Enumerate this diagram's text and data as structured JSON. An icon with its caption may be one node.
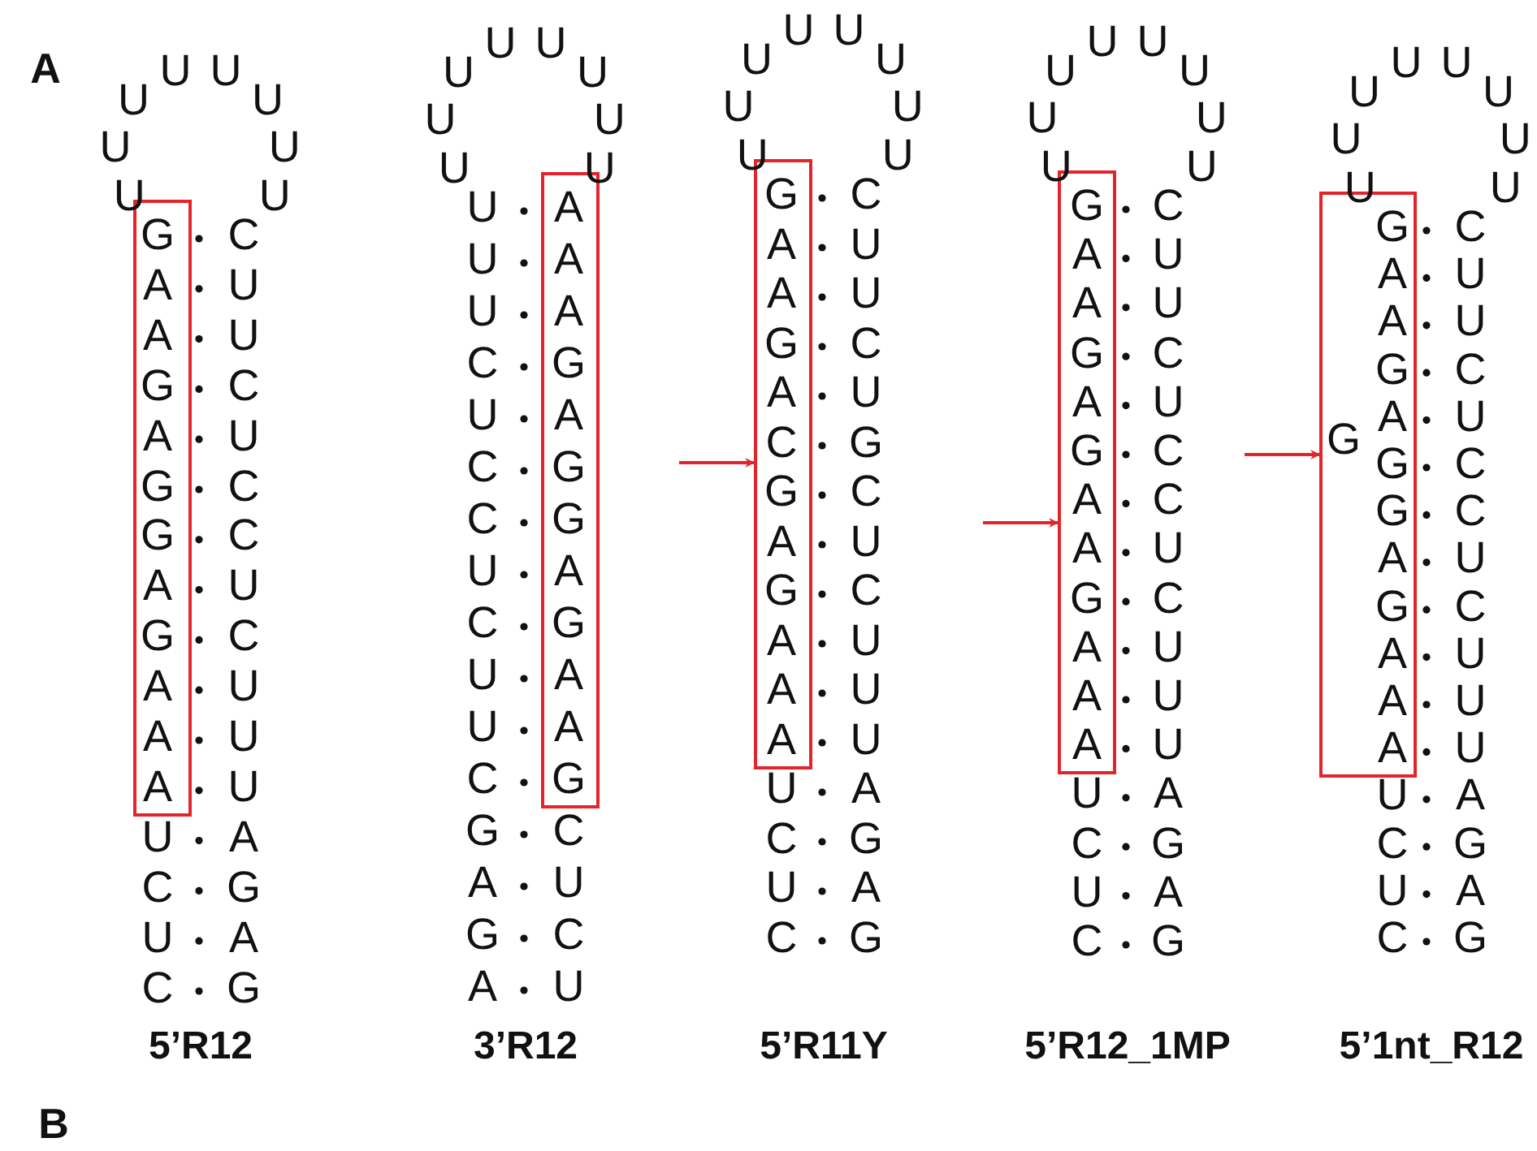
{
  "diagram": {
    "nodes": [
      {
        "text": [
          "G",
          "A",
          "A",
          "G",
          "A",
          "G",
          "G",
          "A",
          "G",
          "A",
          "A",
          "A"
        ]
      },
      {
        "text": [
          "A",
          "A",
          "A",
          "G",
          "A",
          "G",
          "G",
          "A",
          "G",
          "A",
          "A",
          "G"
        ]
      },
      {
        "text": [
          "G",
          "A",
          "A",
          "G",
          "A",
          "C",
          "G",
          "A",
          "G",
          "A",
          "A",
          "A"
        ]
      },
      {
        "text": [
          "G",
          "A",
          "A",
          "G",
          "A",
          "G",
          "A",
          "A",
          "G",
          "A",
          "A",
          "A"
        ]
      },
      {
        "text": [
          "G",
          "A",
          "A",
          "G",
          "A",
          "G",
          "G",
          "G",
          "A",
          "G",
          "A",
          "A",
          "A"
        ]
      }
    ],
    "edges": [
      {
        "from": null,
        "to": 2,
        "arrow": "to"
      },
      {
        "from": null,
        "to": 3,
        "arrow": "to"
      },
      {
        "from": null,
        "to": 4,
        "arrow": "to"
      }
    ],
    "labels": [
      "A",
      "U",
      "U",
      "U",
      "U",
      "U",
      "U",
      "U",
      "U",
      "C",
      "U",
      "U",
      "C",
      "U",
      "C",
      "C",
      "U",
      "C",
      "U",
      "U",
      "U",
      "U",
      "A",
      "C",
      "G",
      "U",
      "A",
      "C",
      "G",
      "5’R12",
      "U",
      "U",
      "U",
      "U",
      "U",
      "U",
      "U",
      "U",
      "U",
      "U",
      "U",
      "C",
      "U",
      "C",
      "C",
      "U",
      "C",
      "U",
      "U",
      "C",
      "G",
      "C",
      "A",
      "U",
      "G",
      "C",
      "A",
      "U",
      "3’R12",
      "U",
      "U",
      "U",
      "U",
      "U",
      "U",
      "U",
      "U",
      "C",
      "U",
      "U",
      "C",
      "U",
      "G",
      "C",
      "U",
      "C",
      "U",
      "U",
      "U",
      "U",
      "A",
      "C",
      "G",
      "U",
      "A",
      "C",
      "G",
      "5’R11Y",
      "U",
      "U",
      "U",
      "U",
      "U",
      "U",
      "U",
      "U",
      "C",
      "U",
      "U",
      "C",
      "U",
      "C",
      "C",
      "U",
      "C",
      "U",
      "U",
      "U",
      "U",
      "A",
      "C",
      "G",
      "U",
      "A",
      "C",
      "G",
      "5’R12_1MP",
      "U",
      "U",
      "U",
      "U",
      "U",
      "U",
      "U",
      "U",
      "C",
      "U",
      "U",
      "C",
      "U",
      "C",
      "C",
      "U",
      "C",
      "U",
      "U",
      "U",
      "U",
      "A",
      "C",
      "G",
      "U",
      "A",
      "C",
      "G",
      "5’1nt_R12",
      "B"
    ]
  }
}
